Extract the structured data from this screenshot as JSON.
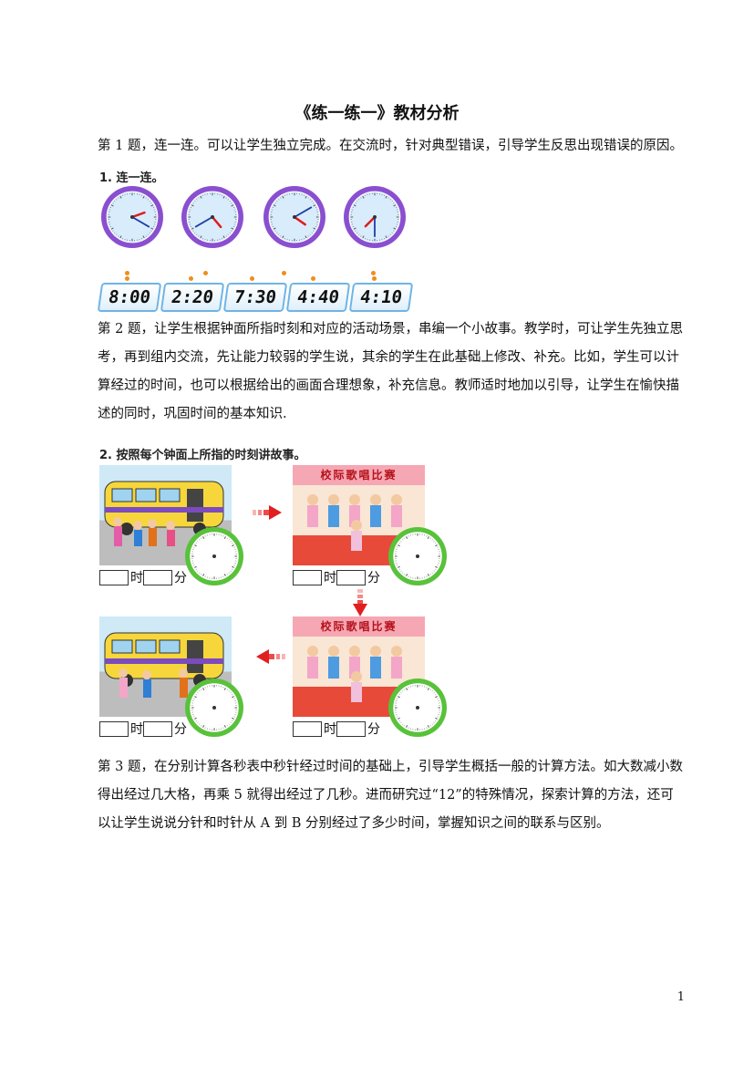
{
  "title": "《练一练一》教材分析",
  "paragraph1": "第 1 题，连一连。可以让学生独立完成。在交流时，针对典型错误，引导学生反思出现错误的原因。",
  "exercise1": {
    "heading": "1. 连一连。",
    "clocks": [
      {
        "hour": 2,
        "minute": 20
      },
      {
        "hour": 4,
        "minute": 40
      },
      {
        "hour": 4,
        "minute": 10
      },
      {
        "hour": 7,
        "minute": 30
      }
    ],
    "digital": [
      "8:00",
      "2:20",
      "7:30",
      "4:40",
      "4:10"
    ]
  },
  "paragraph2": "第 2 题，让学生根据钟面所指时刻和对应的活动场景，串编一个小故事。教学时，可让学生先独立思考，再到组内交流，先让能力较弱的学生说，其余的学生在此基础上修改、补充。比如，学生可以计算经过的时间，也可以根据给出的画面合理想象，补充信息。教师适时地加以引导，让学生在愉快描述的同时，巩固时间的基本知识.",
  "exercise2": {
    "heading": "2. 按照每个钟面上所指的时刻讲故事。",
    "banner": "校际歌唱比赛",
    "hour_label": "时",
    "minute_label": "分"
  },
  "paragraph3": "第 3 题，在分别计算各秒表中秒针经过时间的基础上，引导学生概括一般的计算方法。如大数减小数得出经过几大格，再乘 5 就得出经过了几秒。进而研究过“12”的特殊情况，探索计算的方法，还可以让学生说说分针和时针从 A 到 B 分别经过了多少时间，掌握知识之间的联系与区别。",
  "page_number": "1",
  "colors": {
    "clock_ring": "#8a4fd0",
    "clock_face": "#d8ecfb",
    "green_ring": "#58c23a",
    "digital_border": "#6fb4e6"
  }
}
